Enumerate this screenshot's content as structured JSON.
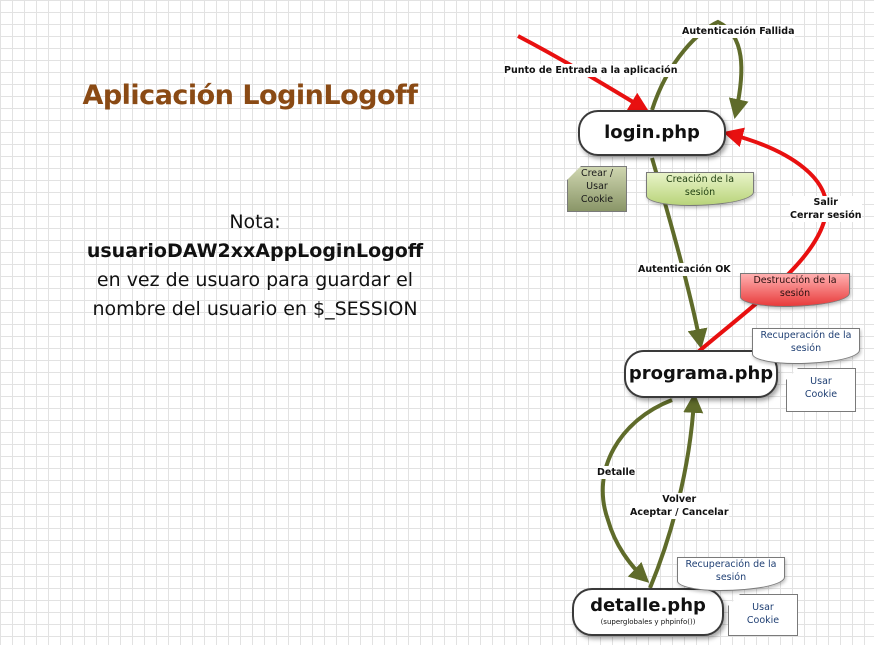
{
  "title": "Aplicación LoginLogoff",
  "note": {
    "line1": "Nota:",
    "line2": "usuarioDAW2xxAppLoginLogoff",
    "line3": "en vez de usuaro para guardar el",
    "line4": "nombre del usuario en $_SESSION"
  },
  "nodes": {
    "login": "login.php",
    "programa": "programa.php",
    "detalle": "detalle.php",
    "detalle_sub": "(superglobales y phpinfo())"
  },
  "edges": {
    "entry": "Punto de Entrada a la aplicación",
    "auth_failed": "Autenticación Fallida",
    "auth_ok": "Autenticación OK",
    "exit_1": "Salir",
    "exit_2": "Cerrar sesión",
    "detail": "Detalle",
    "back_1": "Volver",
    "back_2": "Aceptar / Cancelar"
  },
  "notes": {
    "create_cookie_1": "Crear /",
    "create_cookie_2": "Usar",
    "create_cookie_3": "Cookie",
    "session_create_1": "Creación de la",
    "session_create_2": "sesión",
    "session_destroy_1": "Destrucción de la",
    "session_destroy_2": "sesión",
    "session_recover_1": "Recuperación de la",
    "session_recover_2": "sesión",
    "use_cookie_1": "Usar",
    "use_cookie_2": "Cookie",
    "session_recover_d1": "Recuperación de la",
    "session_recover_d2": "sesión",
    "use_cookie_d1": "Usar",
    "use_cookie_d2": "Cookie"
  },
  "colors": {
    "title": "#8a4a14",
    "arrow_green": "#5f6b2a",
    "arrow_red": "#e81010"
  }
}
